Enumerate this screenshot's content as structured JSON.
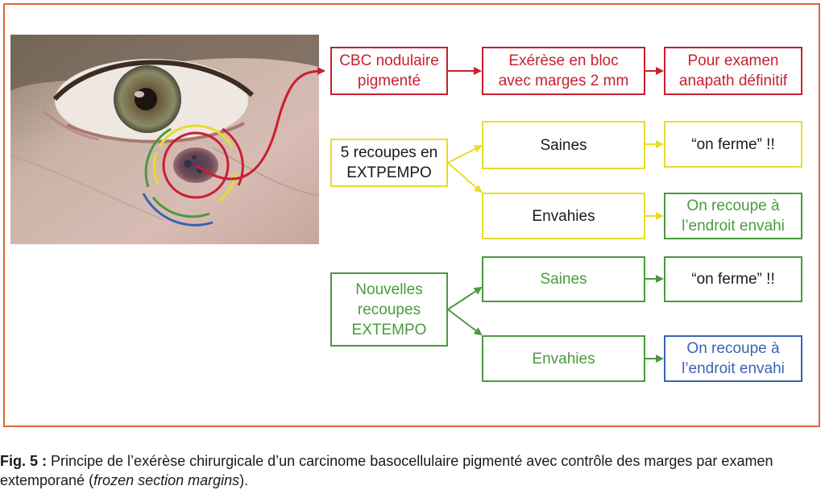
{
  "diagram": {
    "row1": {
      "box1": "CBC nodulaire\npigmenté",
      "box2": "Exérèse en bloc\navec marges 2 mm",
      "box3": "Pour examen\nanapath définitif"
    },
    "row2": {
      "source": "5 recoupes en\nEXTPEMPO",
      "saines": "Saines",
      "saines_result": "“on ferme” !!",
      "envahies": "Envahies",
      "envahies_result": "On recoupe à\nl’endroit envahi"
    },
    "row3": {
      "source": "Nouvelles\nrecoupes\nEXTEMPO",
      "saines": "Saines",
      "saines_result": "“on ferme” !!",
      "envahies": "Envahies",
      "envahies_result": "On recoupe à\nl’endroit envahi"
    }
  },
  "caption": {
    "lead": "Fig. 5 :",
    "text_part1": " Principe de l’exérèse chirurgicale d’un carcinome basocellulaire pigmenté avec contrôle des marges par examen extemporané (",
    "italic": "frozen section margins",
    "text_part2": ")."
  },
  "colors": {
    "frame": "#d9673c",
    "red": "#c8202f",
    "yellow": "#e8dc2a",
    "green": "#4a9a3e",
    "blue": "#3a63b3"
  }
}
